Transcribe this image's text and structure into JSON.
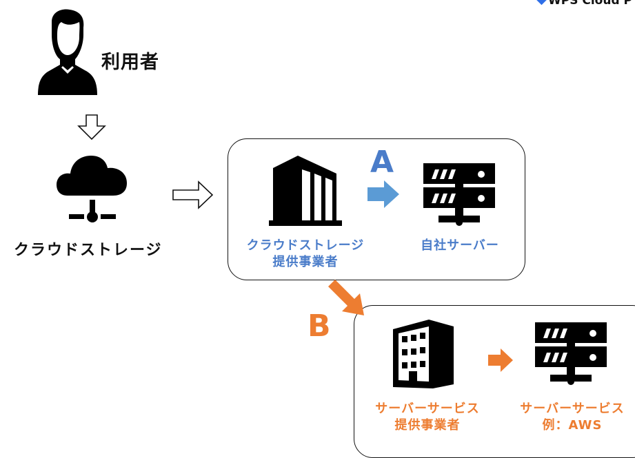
{
  "header": {
    "logo_text": "WPS Cloud P"
  },
  "user": {
    "label": "利用者",
    "icon": "businessman-icon"
  },
  "cloud": {
    "label": "クラウドストレージ",
    "icon": "cloud-network-icon"
  },
  "colors": {
    "path_a": "#4a7cc9",
    "path_a_arrow": "#5b9bd5",
    "path_b": "#ed7d31",
    "ink": "#111111"
  },
  "path_a": {
    "letter": "A",
    "provider": {
      "line1": "クラウドストレージ",
      "line2": "提供事業者",
      "icon": "office-tower-icon"
    },
    "server": {
      "label": "自社サーバー",
      "icon": "server-rack-icon"
    }
  },
  "path_b": {
    "letter": "B",
    "provider": {
      "line1": "サーバーサービス",
      "line2": "提供事業者",
      "icon": "office-building-icon"
    },
    "server": {
      "line1": "サーバーサービス",
      "line2": "例：AWS",
      "icon": "server-rack-icon"
    }
  }
}
